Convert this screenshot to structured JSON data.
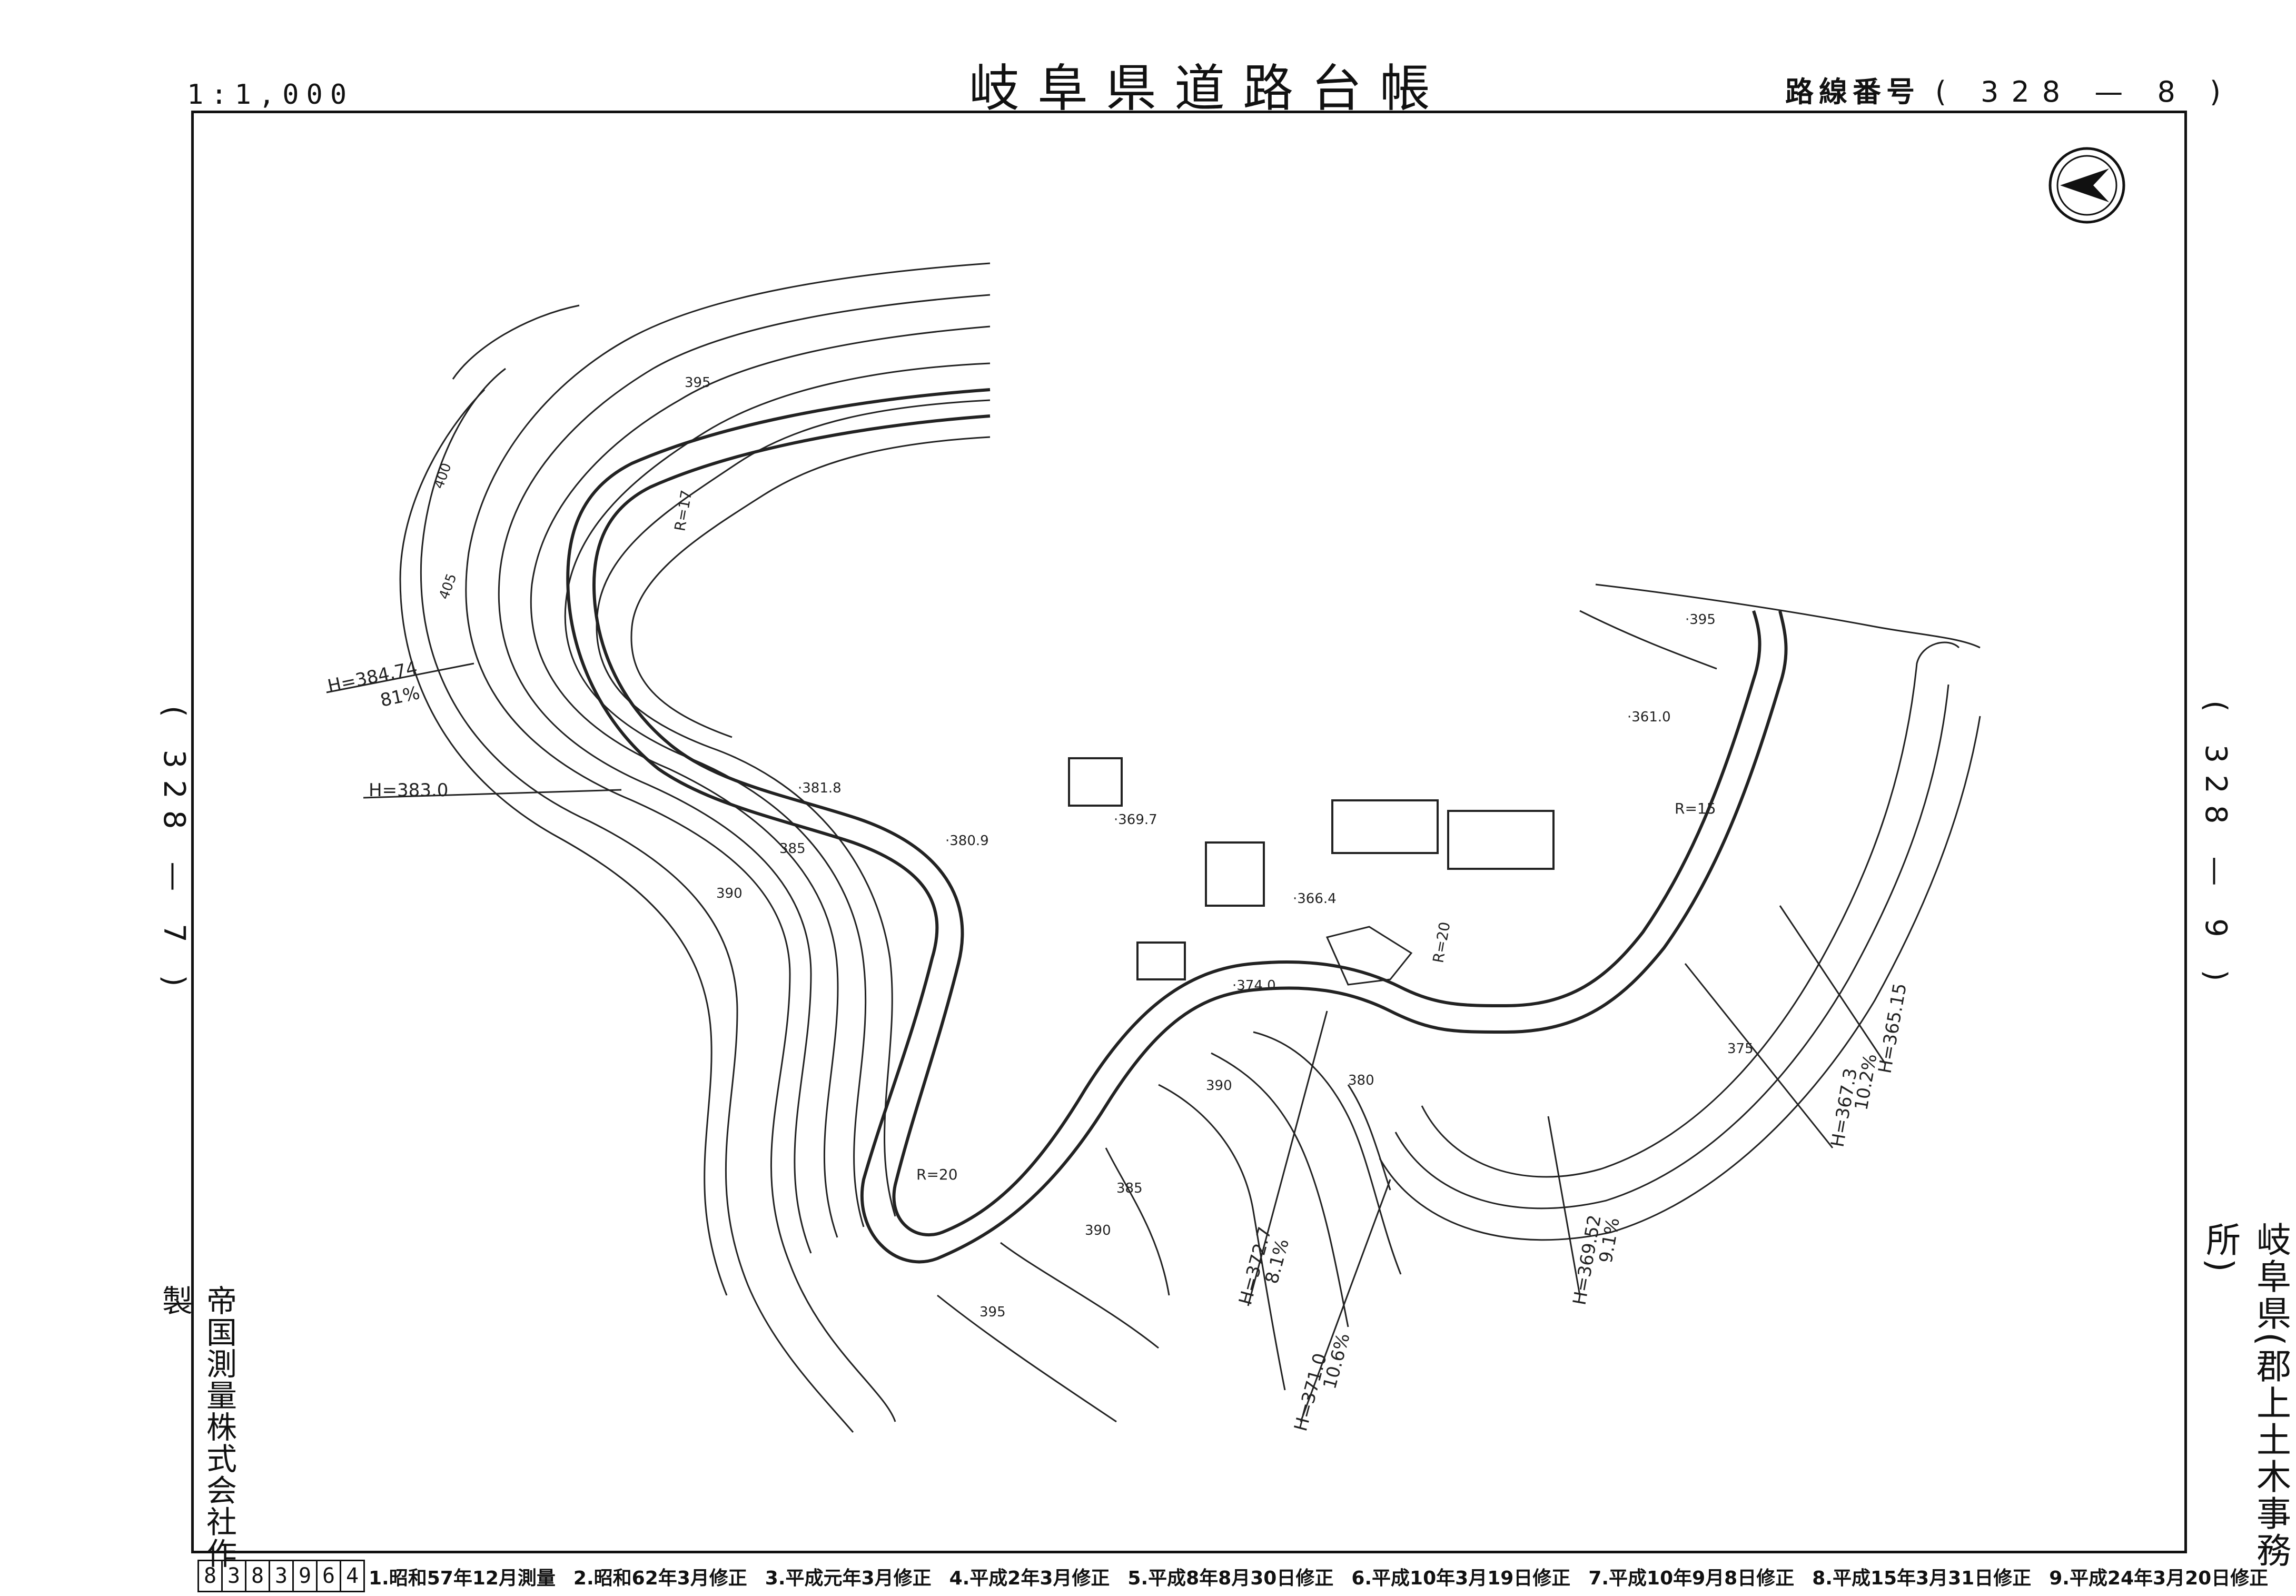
{
  "header": {
    "scale": "1:1,000",
    "title": "岐阜県道路台帳",
    "route_label": "路線番号",
    "route_number": "( 328 — 8 )"
  },
  "adjacent_sheets": {
    "left": "( 328 — 7 )",
    "right": "( 328 — 9 )"
  },
  "office": "岐阜県(郡上土木事務所)",
  "company": "帝国測量株式会社作製",
  "reference_number": [
    "8",
    "3",
    "8",
    "3",
    "9",
    "6",
    "4"
  ],
  "revision_history": [
    "1.昭和57年12月測量",
    "2.昭和62年3月修正",
    "3.平成元年3月修正",
    "4.平成2年3月修正",
    "5.平成8年8月30日修正",
    "6.平成10年3月19日修正",
    "7.平成10年9月8日修正",
    "8.平成15年3月31日修正",
    "9.平成24年3月20日修正"
  ],
  "map": {
    "north_arrow_icon": "north-arrow-icon",
    "elevation_labels": [
      {
        "text": "H=384.74",
        "sub": "81%"
      },
      {
        "text": "H=383.0"
      },
      {
        "text": "H=372.7",
        "sub": "8.1%"
      },
      {
        "text": "H=371.0",
        "sub": "10.6%"
      },
      {
        "text": "H=369.52",
        "sub": "9.1%"
      },
      {
        "text": "H=367.3",
        "sub": "10.2%"
      },
      {
        "text": "H=365.15"
      }
    ],
    "spot_heights": [
      "·395",
      "·361.0",
      "·369.7",
      "·366.4",
      "·374.0",
      "·381.8",
      "·380.9"
    ],
    "contour_labels": [
      "400",
      "405",
      "395",
      "390",
      "385",
      "390",
      "385",
      "380",
      "375",
      "390",
      "395"
    ],
    "curve_labels": [
      "R=17",
      "R=20",
      "R=20",
      "R=15"
    ]
  }
}
